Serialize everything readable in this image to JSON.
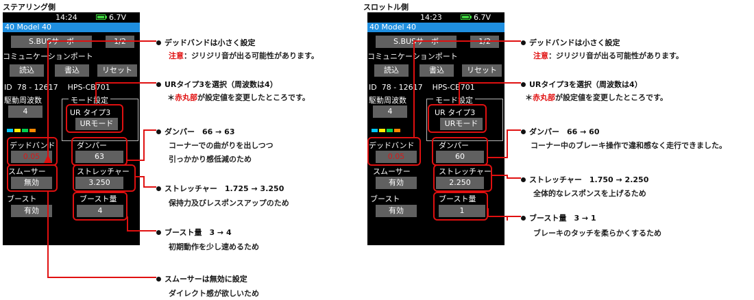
{
  "left": {
    "section_title": "ステアリング側",
    "status": {
      "time": "14:24",
      "voltage": "6.7V"
    },
    "model_title": "40  Model 40",
    "sbus_button": "S.BUSサーボ",
    "page_indicator": "1/2",
    "comm_port_label": "コミュニケーションポート",
    "read_button": "読込",
    "write_button": "書込",
    "reset_button": "リセット",
    "id_row": "ID  78 - 12617    HPS-CB701",
    "drive_freq_label": "駆動周波数",
    "drive_freq_value": "4",
    "mode_setting_label": "モード設定",
    "ur_type_label": "UR タイプ3",
    "ur_mode_button": "URモード",
    "deadband_label": "デッドバンド",
    "deadband_value": "0.05",
    "damper_label": "ダンパー",
    "damper_value": "63",
    "smoother_label": "スムーサー",
    "smoother_value": "無効",
    "stretcher_label": "ストレッチャー",
    "stretcher_value": "3.250",
    "boost_label": "ブースト",
    "boost_value": "有効",
    "boost_amount_label": "ブースト量",
    "boost_amount_value": "4",
    "notes": {
      "deadband_head": "デッドバンドは小さく設定",
      "deadband_warn_prefix": "注意",
      "deadband_warn_text": "：ジリジリ音が出る可能性があります。",
      "urtype_head": "URタイプ3を選択（周波数は4）",
      "urtype_sub_prefix": "＊",
      "urtype_sub_red": "赤丸部",
      "urtype_sub_text": "が設定値を変更したところです。",
      "damper_head": "ダンパー　66 → 63",
      "damper_sub1": "コーナーでの曲がりを出しつつ",
      "damper_sub2": "引っかかり感低減のため",
      "stretcher_head": "ストレッチャー　1.725 → 3.250",
      "stretcher_sub": "保持力及びレスポンスアップのため",
      "boost_head": "ブースト量　3 → 4",
      "boost_sub": "初期動作を少し速めるため",
      "smoother_head": "スムーサーは無効に設定",
      "smoother_sub": "ダイレクト感が欲しいため"
    }
  },
  "right": {
    "section_title": "スロットル側",
    "status": {
      "time": "14:23",
      "voltage": "6.7V"
    },
    "model_title": "40  Model 40",
    "sbus_button": "S.BUSサーボ",
    "page_indicator": "1/2",
    "comm_port_label": "コミュニケーションポート",
    "read_button": "読込",
    "write_button": "書込",
    "reset_button": "リセット",
    "id_row": "ID  78 - 12617    HPS-CB701",
    "drive_freq_label": "駆動周波数",
    "drive_freq_value": "4",
    "mode_setting_label": "モード設定",
    "ur_type_label": "UR タイプ3",
    "ur_mode_button": "URモード",
    "deadband_label": "デッドバンド",
    "deadband_value": "0.05",
    "damper_label": "ダンパー",
    "damper_value": "60",
    "smoother_label": "スムーサー",
    "smoother_value": "有効",
    "stretcher_label": "ストレッチャー",
    "stretcher_value": "2.250",
    "boost_label": "ブースト",
    "boost_value": "有効",
    "boost_amount_label": "ブースト量",
    "boost_amount_value": "1",
    "notes": {
      "deadband_head": "デッドバンドは小さく設定",
      "deadband_warn_prefix": "注意",
      "deadband_warn_text": "：ジリジリ音が出る可能性があります。",
      "urtype_head": "URタイプ3を選択（周波数は4）",
      "urtype_sub_prefix": "＊",
      "urtype_sub_red": "赤丸部",
      "urtype_sub_text": "が設定値を変更したところです。",
      "damper_head": "ダンパー　66 → 60",
      "damper_sub1": "コーナー中のブレーキ操作で違和感なく走行できました。",
      "stretcher_head": "ストレッチャー　1.750 → 2.250",
      "stretcher_sub": "全体的なレスポンスを上げるため",
      "boost_head": "ブースト量　3 → 1",
      "boost_sub": "ブレーキのタッチを柔らかくするため"
    }
  },
  "colors": {
    "title_bar": "#1f8fe0",
    "highlight": "#e01010",
    "button": "#606060",
    "battery": "#3dd13d",
    "bars": [
      "#00c8ff",
      "#ffee00",
      "#00d050",
      "#ff8800"
    ]
  }
}
